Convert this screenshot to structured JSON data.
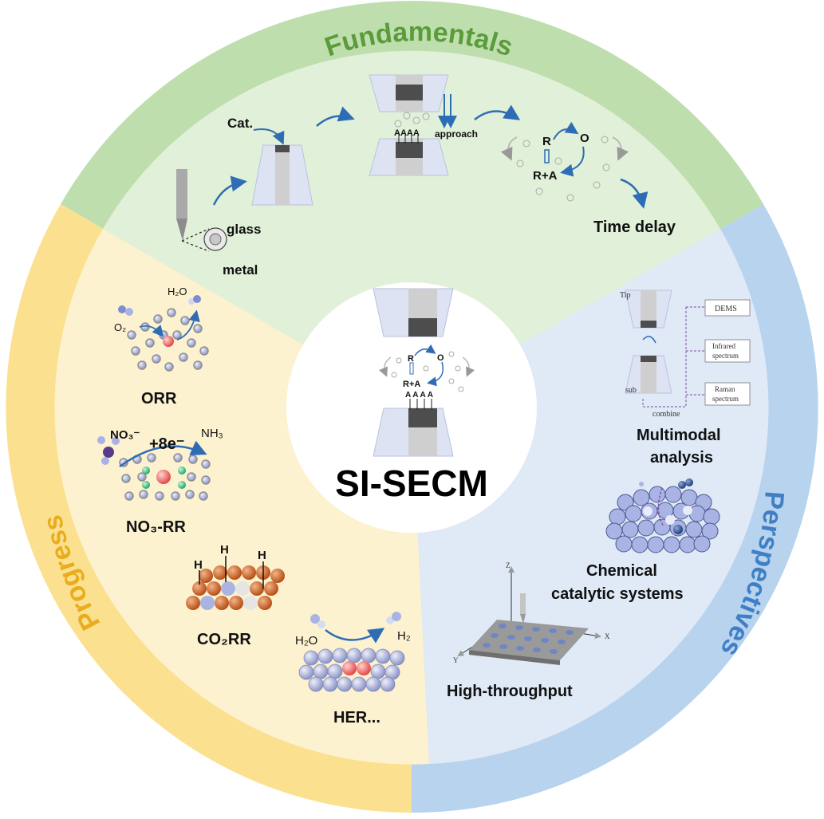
{
  "center": {
    "title": "SI-SECM",
    "r_label": "R",
    "o_label": "O",
    "ra_label": "R+A",
    "a_row": "A A A A"
  },
  "sections": {
    "fundamentals": {
      "title": "Fundamentals",
      "cat": "Cat.",
      "glass": "glass",
      "metal": "metal",
      "a_row": "AAAA",
      "approach": "approach",
      "r_label": "R",
      "o_label": "O",
      "ra_label": "R+A",
      "time_delay": "Time delay"
    },
    "progress": {
      "title": "Progress",
      "orr": {
        "label": "ORR",
        "h2o": "H₂O",
        "o2": "O₂"
      },
      "no3rr": {
        "label": "NO₃-RR",
        "no3": "NO₃⁻",
        "electrons": "+8e⁻",
        "nh3": "NH₃"
      },
      "co2rr": {
        "label": "CO₂RR",
        "h": "H"
      },
      "her": {
        "label": "HER...",
        "h2o": "H₂O",
        "h2": "H₂"
      }
    },
    "perspectives": {
      "title": "Perspectives",
      "multimodal": {
        "label_line1": "Multimodal",
        "label_line2": "analysis",
        "tip": "Tip",
        "sub": "sub",
        "dems": "DEMS",
        "infrared_1": "Infrared",
        "infrared_2": "spectrum",
        "raman_1": "Raman",
        "raman_2": "spectrum",
        "combine": "combine"
      },
      "chemical": {
        "label_line1": "Chemical",
        "label_line2": "catalytic systems"
      },
      "throughput": {
        "label": "High-throughput",
        "z": "Z",
        "x": "X",
        "y": "Y"
      }
    }
  },
  "colors": {
    "fundamentals_outer": "#bfdeae",
    "fundamentals_inner": "#e1f0d8",
    "fundamentals_title": "#5a9b3a",
    "progress_outer": "#fbe08f",
    "progress_inner": "#fdf2d0",
    "progress_title": "#e9ac1c",
    "perspectives_outer": "#b8d3ee",
    "perspectives_inner": "#dfeaf6",
    "perspectives_title": "#3f7fc6",
    "arrow_blue": "#2e6db5",
    "electrode_dark": "#4d4d4d",
    "electrode_light": "#cfcfcf",
    "electrode_body": "#dde3f2"
  }
}
